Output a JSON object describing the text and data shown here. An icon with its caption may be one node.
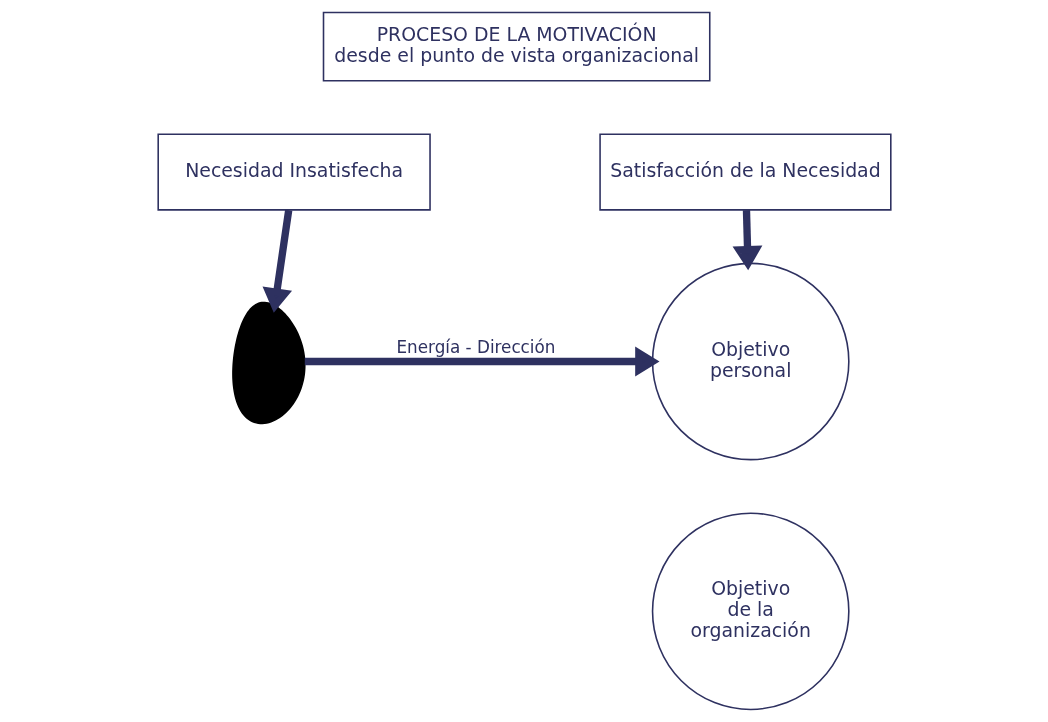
{
  "diagram": {
    "nodes": [
      {
        "text": [
          "PROCESO DE LA MOTIVACIÓN",
          "desde el punto de vista organizacional"
        ]
      },
      {
        "text": [
          "Necesidad Insatisfecha"
        ]
      },
      {
        "text": [
          "Satisfacción de la Necesidad"
        ]
      },
      {
        "text": [],
        "shape": "person"
      },
      {
        "text": [
          "Objetivo personal"
        ]
      },
      {
        "text": [
          "Objetivo de la organización"
        ]
      }
    ],
    "edges": [
      {
        "from": 1,
        "to": 3,
        "arrow": "to"
      },
      {
        "from": 2,
        "to": 4,
        "arrow": "to"
      },
      {
        "from": 3,
        "to": 4,
        "arrow": "to",
        "label": "Energía - Dirección"
      }
    ]
  }
}
